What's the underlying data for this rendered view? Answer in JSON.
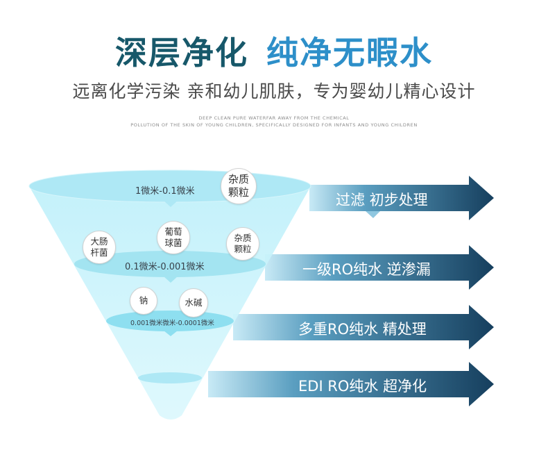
{
  "heading": {
    "part1": "深层净化",
    "part2": "纯净无暇水"
  },
  "subheading": "远离化学污染  亲和幼儿肌肤，专为婴幼儿精心设计",
  "english": {
    "line1": "DEEP CLEAN PURE WATERFAR AWAY FROM THE CHEMICAL",
    "line2": "POLLUTION OF THE SKIN OF YOUNG CHILDREN, SPECIFICALLY DESIGNED FOR INFANTS AND YOUNG CHILDREN"
  },
  "stages": [
    {
      "range": "1微米-0.1微米",
      "arrow": "过滤  初步处理"
    },
    {
      "range": "0.1微米-0.001微米",
      "arrow": "一级RO纯水  逆渗漏"
    },
    {
      "range": "0.001微米微米-0.0001微米",
      "arrow": "多重RO纯水  精处理"
    },
    {
      "range": "",
      "arrow": "EDI  RO纯水  超净化"
    }
  ],
  "bubbles": {
    "impurity_top": [
      "杂质",
      "颗粒"
    ],
    "bacillus": [
      "大肠",
      "杆菌"
    ],
    "staph": [
      "葡萄",
      "球菌"
    ],
    "impurity_mid": [
      "杂质",
      "颗粒"
    ],
    "sodium": [
      "钠"
    ],
    "alkali": [
      "水碱"
    ]
  },
  "colors": {
    "title_dark": "#17586a",
    "title_light": "#2d8fc9",
    "arrow_dark": "#163f5e",
    "arrow_light": "#c8eaf6",
    "funnel": "#c9f0fa",
    "disk": "#a3e4f1"
  }
}
